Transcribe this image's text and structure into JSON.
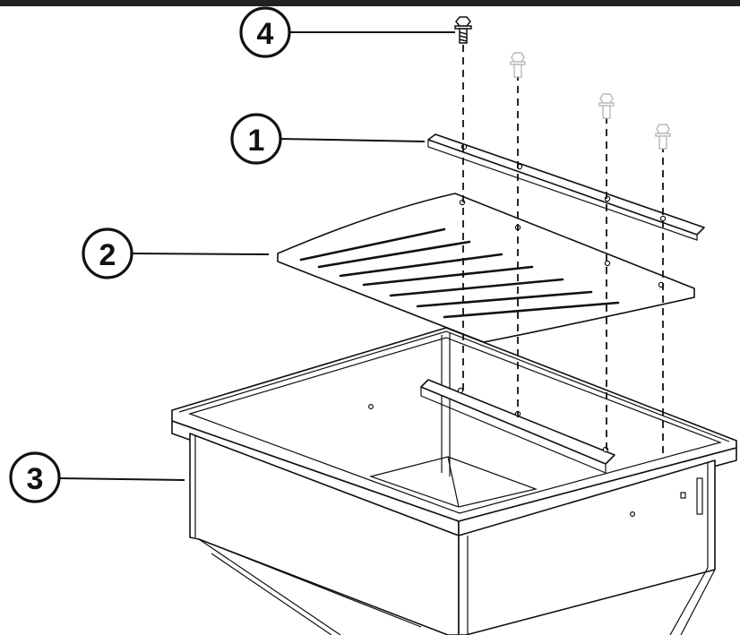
{
  "callouts": [
    {
      "id": "callout-4",
      "label": "4"
    },
    {
      "id": "callout-1",
      "label": "1"
    },
    {
      "id": "callout-2",
      "label": "2"
    },
    {
      "id": "callout-3",
      "label": "3"
    }
  ],
  "colors": {
    "ink": "#111111",
    "ghost_bolt": "#b8b8b8",
    "background": "#ffffff",
    "top_bar": "#222222"
  }
}
